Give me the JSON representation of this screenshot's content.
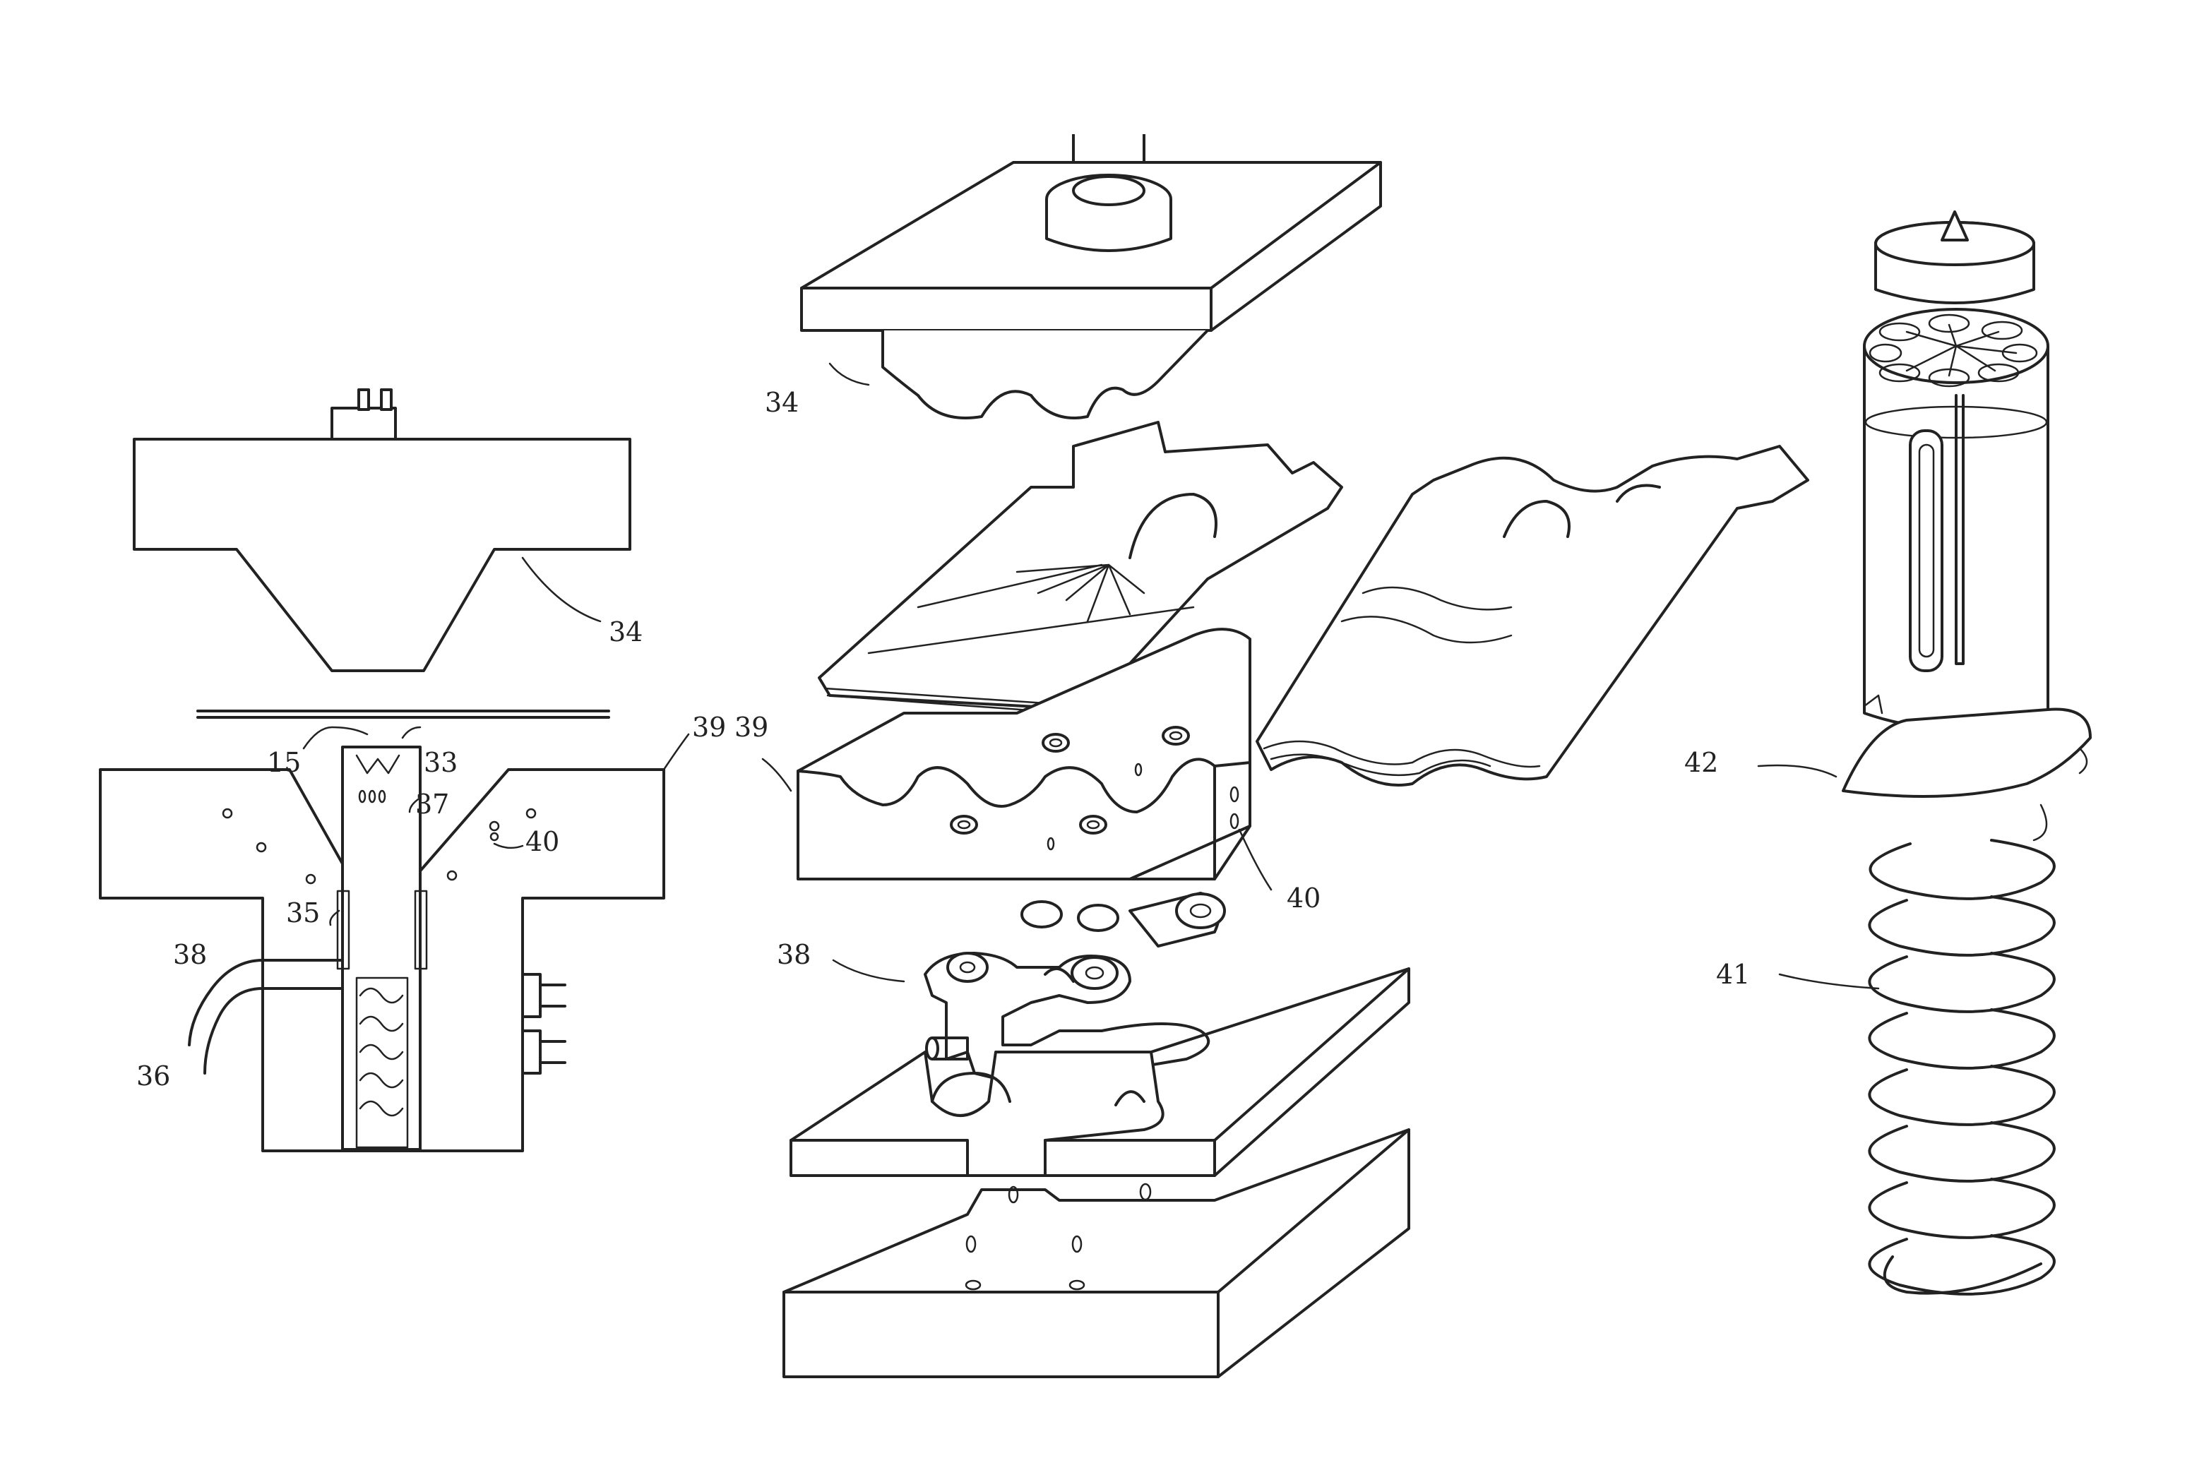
{
  "figure": {
    "reference_numerals": {
      "n15": "15",
      "n33": "33",
      "n34": "34",
      "n35": "35",
      "n36": "36",
      "n37": "37",
      "n38": "38",
      "n39": "39",
      "n40": "40",
      "n41": "41",
      "n42": "42"
    }
  },
  "colors": {
    "ink": "#222222",
    "paper": "#ffffff"
  }
}
